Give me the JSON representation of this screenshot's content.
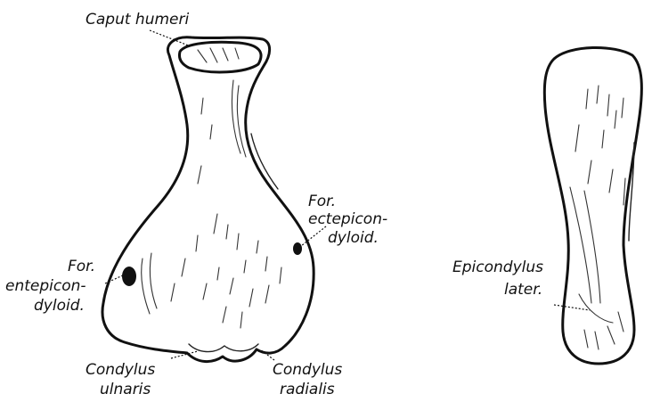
{
  "labels": {
    "caput_humeri": "Caput humeri",
    "for_ecte_1": "For.",
    "for_ecte_2": "ectepicon-",
    "for_ecte_3": "dyloid.",
    "for_ente_1": "For.",
    "for_ente_2": "entepicon-",
    "for_ente_3": "dyloid.",
    "condylus_ulnaris_1": "Condylus",
    "condylus_ulnaris_2": "ulnaris",
    "condylus_radialis_1": "Condylus",
    "condylus_radialis_2": "radialis",
    "epicondylus_1": "Epicondylus",
    "epicondylus_2": "later."
  },
  "colors": {
    "ink": "#111111",
    "paper": "#ffffff"
  }
}
